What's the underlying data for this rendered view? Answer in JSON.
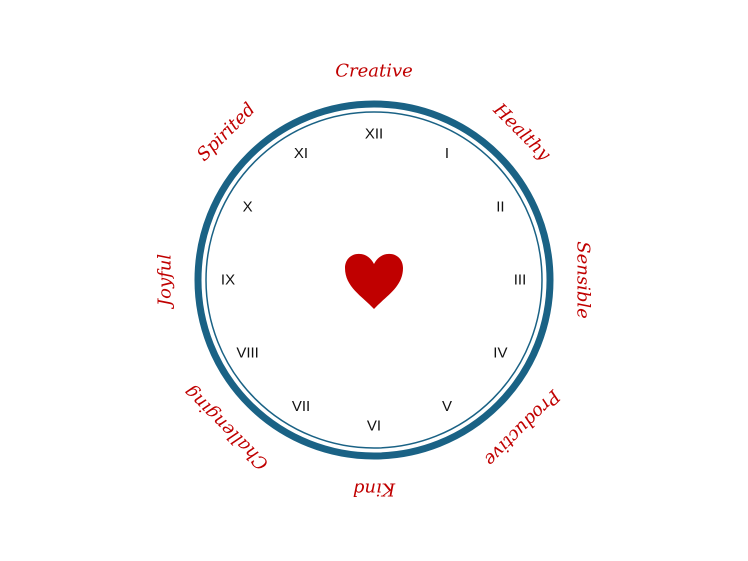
{
  "clock": {
    "ring_color": "#1a6285",
    "heart_color": "#c00000",
    "numerals": [
      "XII",
      "I",
      "II",
      "III",
      "IV",
      "V",
      "VI",
      "VII",
      "VIII",
      "IX",
      "X",
      "XI"
    ],
    "words": [
      {
        "text": "Creative",
        "angle": 0
      },
      {
        "text": "Healthy",
        "angle": 45
      },
      {
        "text": "Sensible",
        "angle": 90
      },
      {
        "text": "Productive",
        "angle": 135
      },
      {
        "text": "Kind",
        "angle": 180
      },
      {
        "text": "Challenging",
        "angle": 225
      },
      {
        "text": "Joyful",
        "angle": 270
      },
      {
        "text": "Spirited",
        "angle": 315
      }
    ]
  }
}
